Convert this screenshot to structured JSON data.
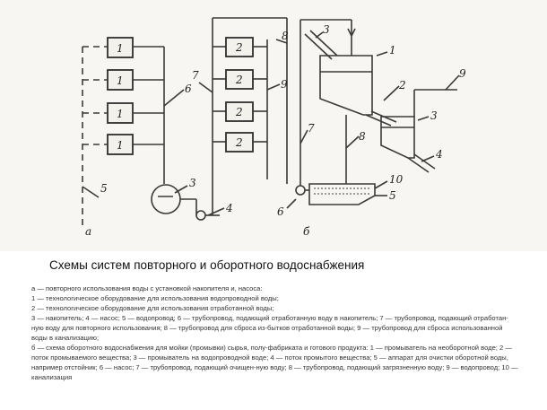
{
  "figure": {
    "labels_a": {
      "box": "1",
      "n5": "5",
      "n6": "6",
      "n3": "3",
      "n4": "4",
      "n7": "7",
      "n8": "8",
      "n9": "9",
      "box2": "2",
      "panel": "а"
    },
    "labels_b": {
      "n1": "1",
      "n2": "2",
      "n3": "3",
      "n3top": "3",
      "n4": "4",
      "n5": "5",
      "n6": "6",
      "n7": "7",
      "n8": "8",
      "n9": "9",
      "n10": "10",
      "panel": "б"
    }
  },
  "title": "Схемы систем повторного и оборотного водоснабжения",
  "legend": [
    "а — повторного использования воды с установкой накопителя и, насоса:",
    "1 — технологическое оборудование для использования водопроводной воды;",
    "2 — технологическое оборудование для использования отработанной воды;",
    "3 — накопитель; 4 — насос; 5 — водопровод; 6 — трубопровод, подающий отработанную воду в накопитель; 7 — трубопровод, подающий отработан-ную воду для повторного использования; 8 — трубопровод для сброса из-бытков отработанной воды; 9 — трубопровод для сброса использованной воды в канализацию;",
    "б — схема оборотного водоснабжения для мойки (промывки) сырья, полу-фабриката и готового продукта: 1 — промыватель на необоротной воде; 2 — поток промываемого вещества; 3 — промыватель на водопроводной воде; 4 — поток промытого вещества; 5 — аппарат для очистки оборотной воды, например отстойник; 6 — насос; 7 — трубопровод, подающий очищен-ную воду; 8 — трубопровод, подающий загрязненную воду; 9 — водопровод; 10 — канализация"
  ]
}
